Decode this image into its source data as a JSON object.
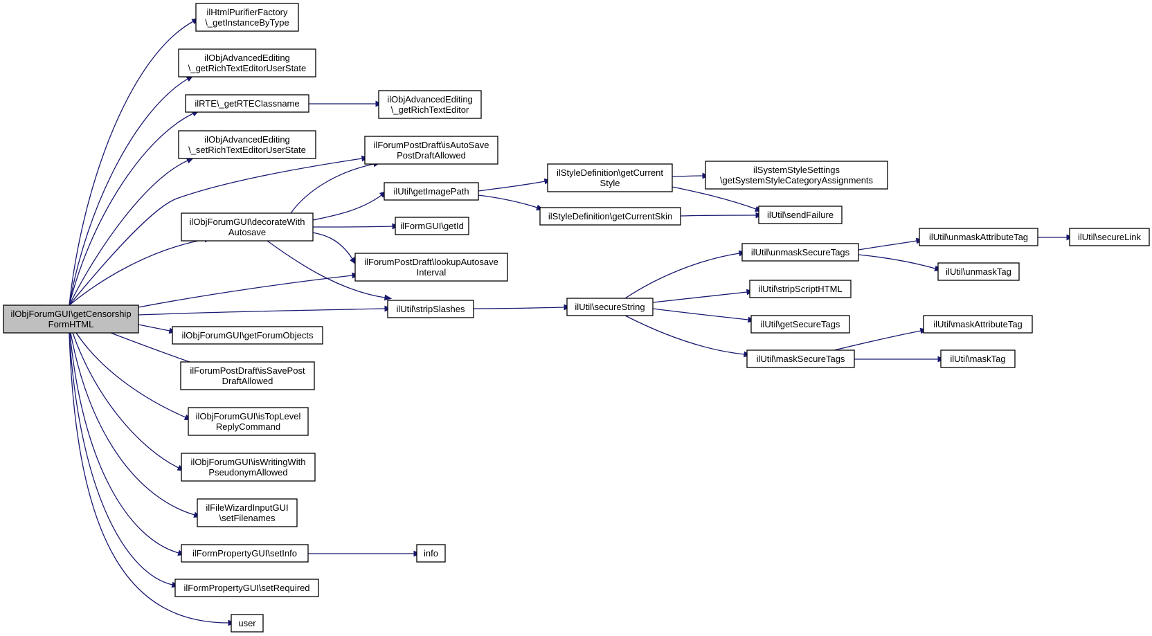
{
  "graph": {
    "edge_color": "#191970",
    "root_fill": "#bfbfbf",
    "node_fill": "#ffffff",
    "nodes": [
      {
        "id": "root",
        "lines": [
          "ilObjForumGUI\\getCensorship",
          "FormHTML"
        ],
        "root": true
      },
      {
        "id": "n1",
        "lines": [
          "ilHtmlPurifierFactory",
          "\\_getInstanceByType"
        ]
      },
      {
        "id": "n2",
        "lines": [
          "ilObjAdvancedEditing",
          "\\_getRichTextEditorUserState"
        ]
      },
      {
        "id": "n3",
        "lines": [
          "ilRTE\\_getRTEClassname"
        ]
      },
      {
        "id": "n4",
        "lines": [
          "ilObjAdvancedEditing",
          "\\_getRichTextEditor"
        ]
      },
      {
        "id": "n5",
        "lines": [
          "ilObjAdvancedEditing",
          "\\_setRichTextEditorUserState"
        ]
      },
      {
        "id": "n6",
        "lines": [
          "ilForumPostDraft\\isAutoSave",
          "PostDraftAllowed"
        ]
      },
      {
        "id": "n7",
        "lines": [
          "ilObjForumGUI\\decorateWith",
          "Autosave"
        ]
      },
      {
        "id": "n8",
        "lines": [
          "ilUtil\\getImagePath"
        ]
      },
      {
        "id": "n9",
        "lines": [
          "ilFormGUI\\getId"
        ]
      },
      {
        "id": "n10",
        "lines": [
          "ilForumPostDraft\\lookupAutosave",
          "Interval"
        ]
      },
      {
        "id": "n11",
        "lines": [
          "ilUtil\\stripSlashes"
        ]
      },
      {
        "id": "n12",
        "lines": [
          "ilStyleDefinition\\getCurrent",
          "Style"
        ]
      },
      {
        "id": "n13",
        "lines": [
          "ilStyleDefinition\\getCurrentSkin"
        ]
      },
      {
        "id": "n14",
        "lines": [
          "ilSystemStyleSettings",
          "\\getSystemStyleCategoryAssignments"
        ]
      },
      {
        "id": "n15",
        "lines": [
          "ilUtil\\sendFailure"
        ]
      },
      {
        "id": "n16",
        "lines": [
          "ilUtil\\secureString"
        ]
      },
      {
        "id": "n17",
        "lines": [
          "ilUtil\\unmaskSecureTags"
        ]
      },
      {
        "id": "n18",
        "lines": [
          "ilUtil\\stripScriptHTML"
        ]
      },
      {
        "id": "n19",
        "lines": [
          "ilUtil\\getSecureTags"
        ]
      },
      {
        "id": "n20",
        "lines": [
          "ilUtil\\maskSecureTags"
        ]
      },
      {
        "id": "n21",
        "lines": [
          "ilUtil\\unmaskAttributeTag"
        ]
      },
      {
        "id": "n22",
        "lines": [
          "ilUtil\\unmaskTag"
        ]
      },
      {
        "id": "n23",
        "lines": [
          "ilUtil\\secureLink"
        ]
      },
      {
        "id": "n24",
        "lines": [
          "ilUtil\\maskAttributeTag"
        ]
      },
      {
        "id": "n25",
        "lines": [
          "ilUtil\\maskTag"
        ]
      },
      {
        "id": "n26",
        "lines": [
          "ilObjForumGUI\\getForumObjects"
        ]
      },
      {
        "id": "n27",
        "lines": [
          "ilForumPostDraft\\isSavePost",
          "DraftAllowed"
        ]
      },
      {
        "id": "n28",
        "lines": [
          "ilObjForumGUI\\isTopLevel",
          "ReplyCommand"
        ]
      },
      {
        "id": "n29",
        "lines": [
          "ilObjForumGUI\\isWritingWith",
          "PseudonymAllowed"
        ]
      },
      {
        "id": "n30",
        "lines": [
          "ilFileWizardInputGUI",
          "\\setFilenames"
        ]
      },
      {
        "id": "n31",
        "lines": [
          "ilFormPropertyGUI\\setInfo"
        ]
      },
      {
        "id": "n32",
        "lines": [
          "info"
        ]
      },
      {
        "id": "n33",
        "lines": [
          "ilFormPropertyGUI\\setRequired"
        ]
      },
      {
        "id": "n34",
        "lines": [
          "user"
        ]
      }
    ],
    "edges": [
      [
        "root",
        "n1"
      ],
      [
        "root",
        "n2"
      ],
      [
        "root",
        "n3"
      ],
      [
        "root",
        "n5"
      ],
      [
        "root",
        "n6"
      ],
      [
        "root",
        "n7"
      ],
      [
        "root",
        "n10"
      ],
      [
        "root",
        "n11"
      ],
      [
        "root",
        "n26"
      ],
      [
        "root",
        "n27"
      ],
      [
        "root",
        "n28"
      ],
      [
        "root",
        "n29"
      ],
      [
        "root",
        "n30"
      ],
      [
        "root",
        "n31"
      ],
      [
        "root",
        "n33"
      ],
      [
        "root",
        "n34"
      ],
      [
        "n3",
        "n4"
      ],
      [
        "n7",
        "n6"
      ],
      [
        "n7",
        "n8"
      ],
      [
        "n7",
        "n9"
      ],
      [
        "n7",
        "n10"
      ],
      [
        "n7",
        "n11"
      ],
      [
        "n8",
        "n12"
      ],
      [
        "n8",
        "n13"
      ],
      [
        "n12",
        "n14"
      ],
      [
        "n12",
        "n15"
      ],
      [
        "n13",
        "n15"
      ],
      [
        "n11",
        "n16"
      ],
      [
        "n16",
        "n17"
      ],
      [
        "n16",
        "n18"
      ],
      [
        "n16",
        "n19"
      ],
      [
        "n16",
        "n20"
      ],
      [
        "n17",
        "n21"
      ],
      [
        "n17",
        "n22"
      ],
      [
        "n21",
        "n23"
      ],
      [
        "n20",
        "n24"
      ],
      [
        "n20",
        "n25"
      ],
      [
        "n31",
        "n32"
      ]
    ]
  }
}
